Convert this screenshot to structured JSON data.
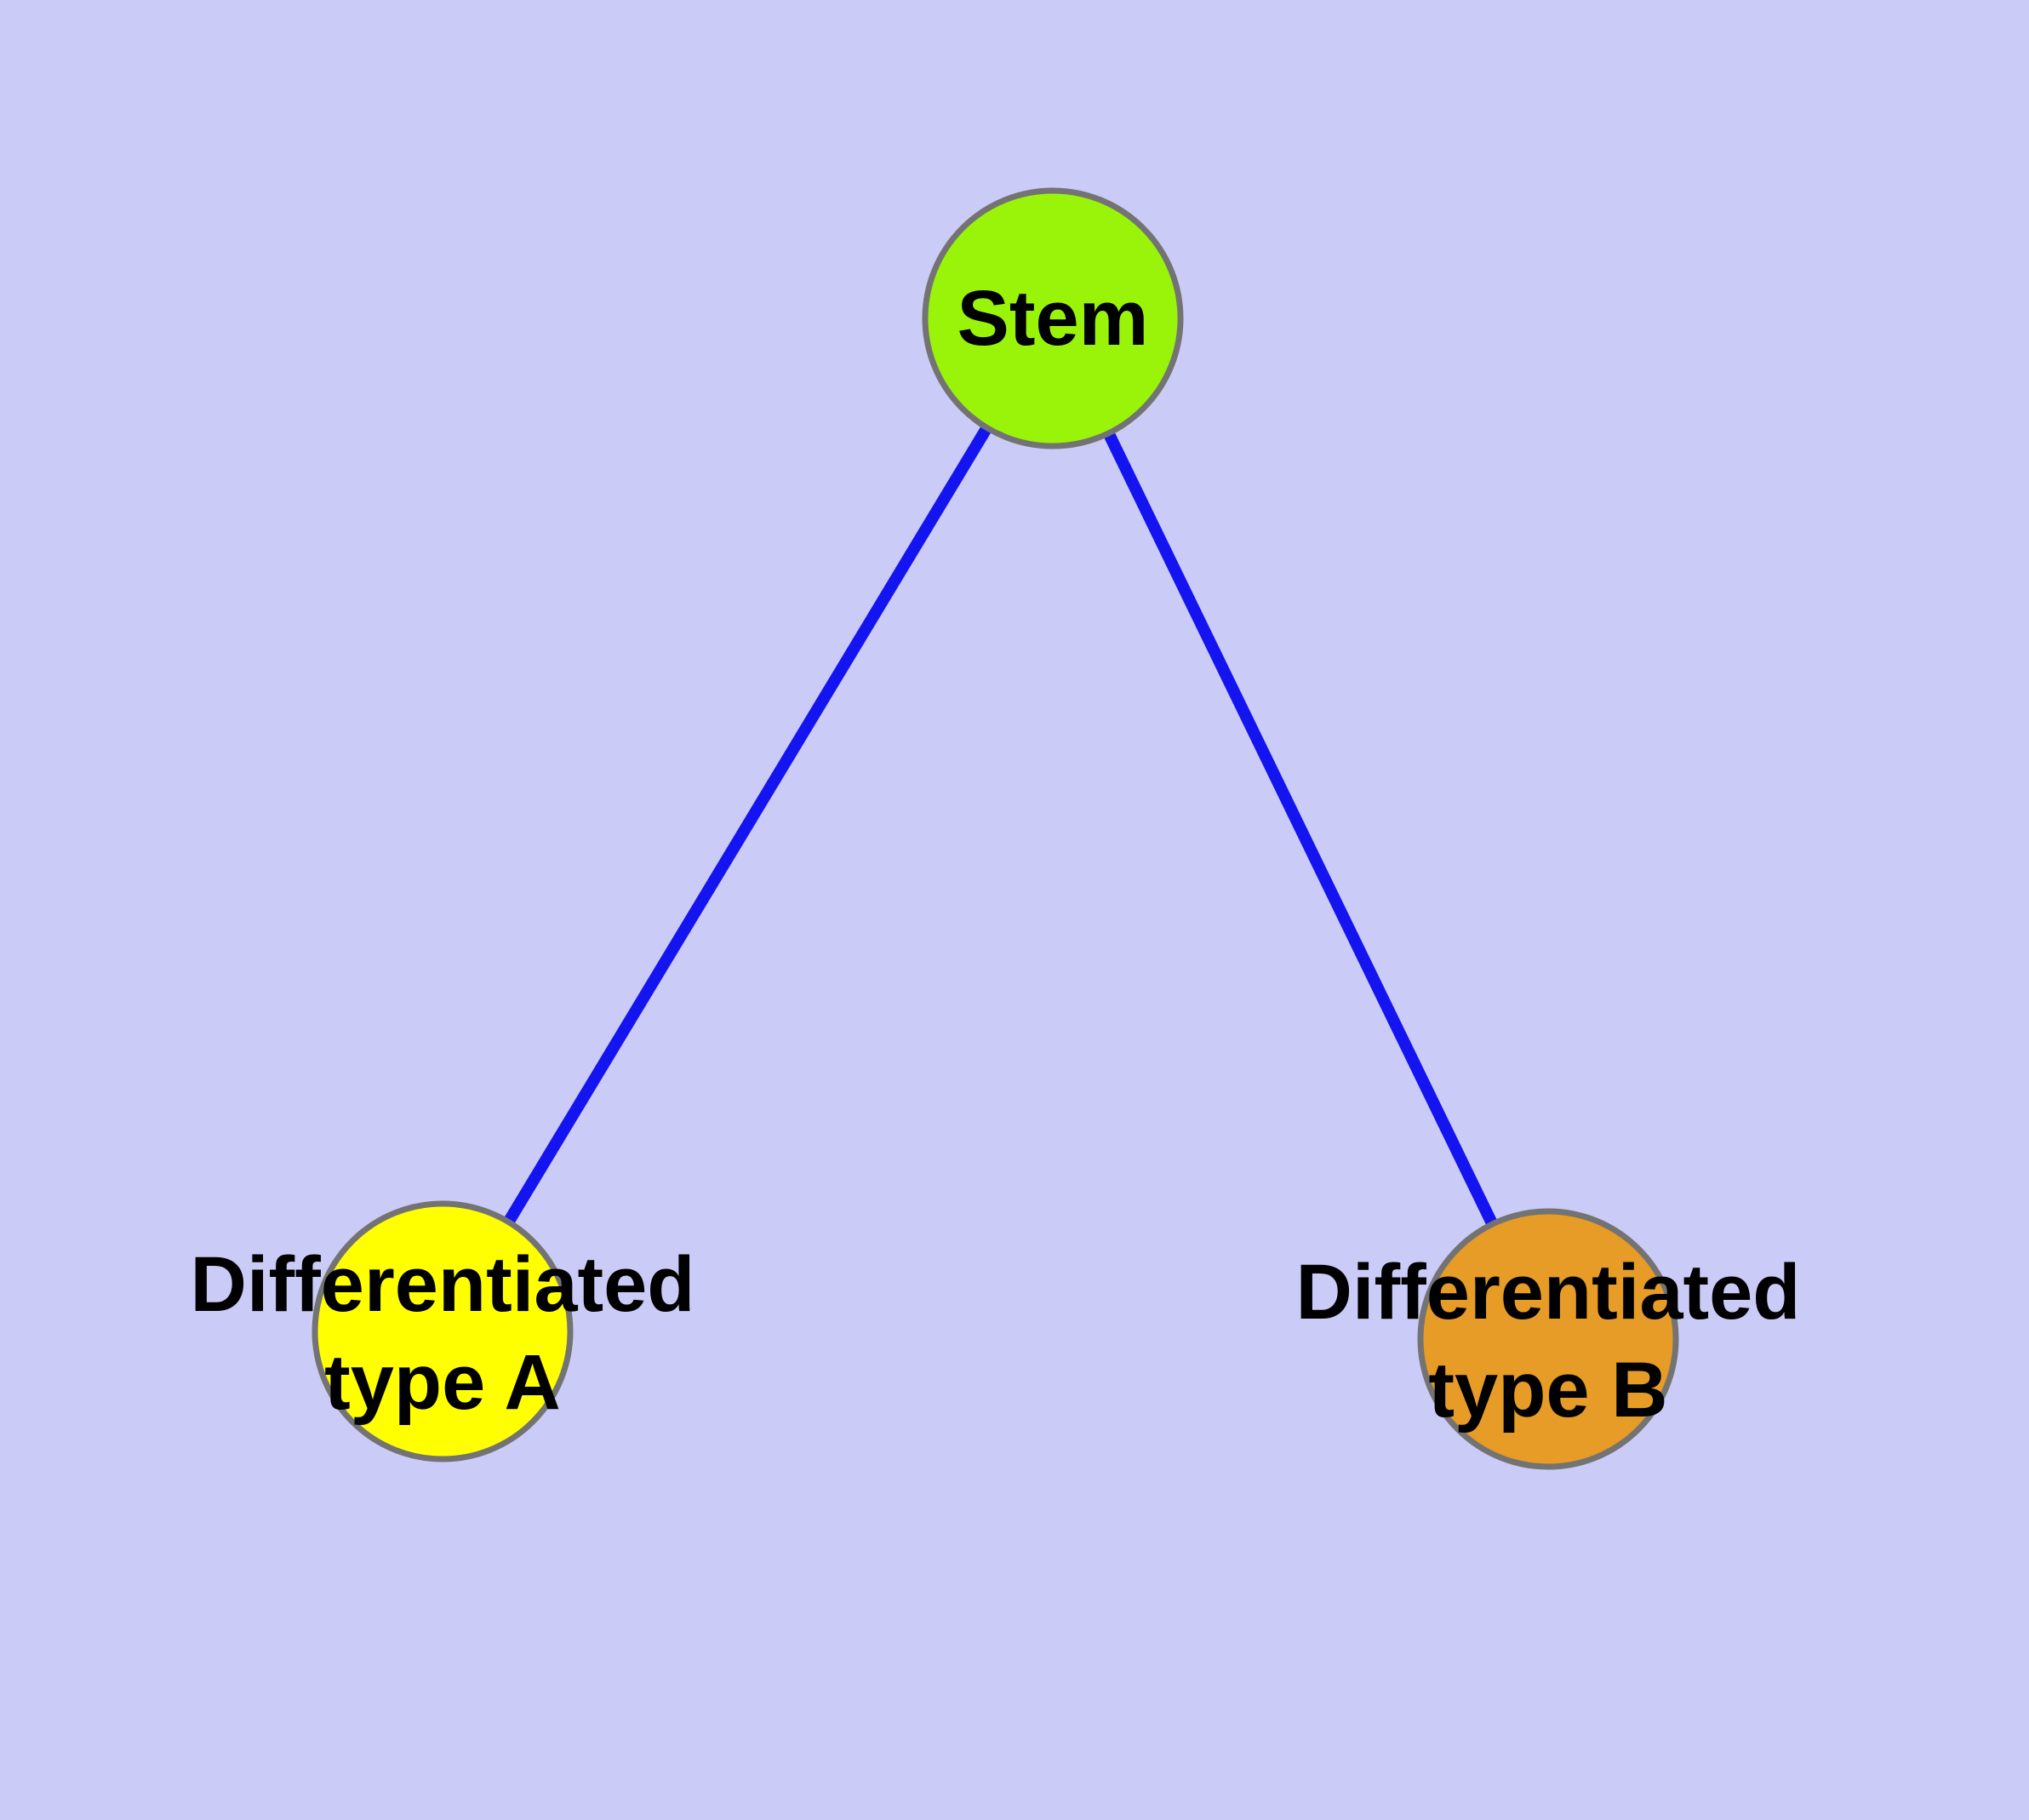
{
  "diagram": {
    "background_color": "#CBCBF7",
    "edge_color": "#1414F0",
    "node_border_color": "#737373",
    "text_color": "#000000",
    "nodes": [
      {
        "id": "stem",
        "label": "Stem",
        "fill": "#9AF40A"
      },
      {
        "id": "type-a",
        "label": "Differentiated type A",
        "label_line1": "Differentiated",
        "label_line2": "type A",
        "fill": "#FFFF00"
      },
      {
        "id": "type-b",
        "label": "Differentiated type B",
        "label_line1": "Differentiated",
        "label_line2": "type B",
        "fill": "#E69C26"
      }
    ],
    "edges": [
      {
        "from": "Stem",
        "to": "Differentiated type A"
      },
      {
        "from": "Stem",
        "to": "Differentiated type B"
      }
    ]
  }
}
